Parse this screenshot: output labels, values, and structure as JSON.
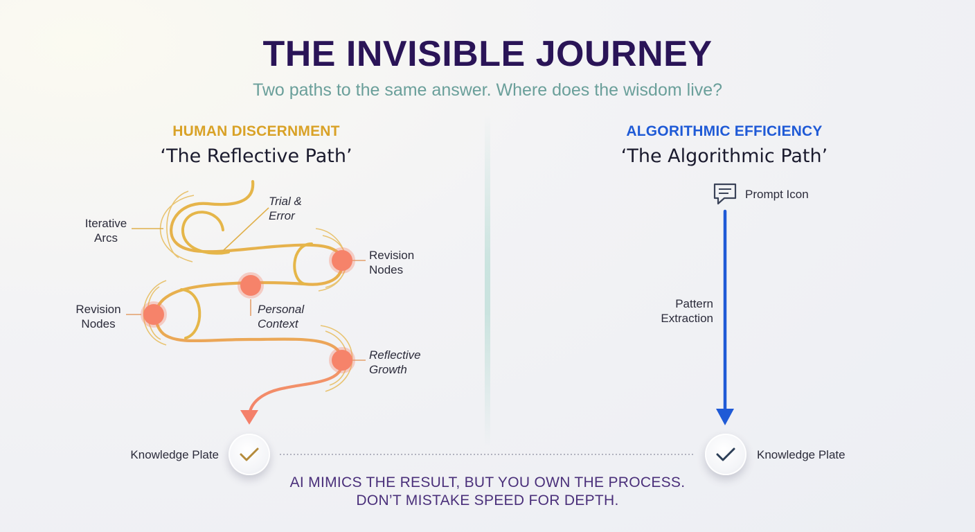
{
  "header": {
    "title": "THE INVISIBLE JOURNEY",
    "subtitle": "Two paths to the same answer. Where does the wisdom live?"
  },
  "left": {
    "heading": "HUMAN DISCERNMENT",
    "path_name": "‘The Reflective Path’",
    "heading_color": "#d9a227",
    "labels": {
      "iterative_arcs": "Iterative\nArcs",
      "trial_error": "Trial &\nError",
      "revision_nodes_right": "Revision\nNodes",
      "revision_nodes_left": "Revision\nNodes",
      "personal_context": "Personal\nContext",
      "reflective_growth": "Reflective\nGrowth"
    },
    "plate_label": "Knowledge Plate"
  },
  "right": {
    "heading": "ALGORITHMIC EFFICIENCY",
    "path_name": "‘The Algorithmic Path’",
    "heading_color": "#1f5ad6",
    "prompt_label": "Prompt Icon",
    "process_label": "Pattern\nExtraction",
    "plate_label": "Knowledge Plate"
  },
  "colors": {
    "gold": "#e2b24a",
    "coral": "#f4806a",
    "blue": "#1f5ad6",
    "title": "#2a1457"
  },
  "footer": {
    "line1": "AI MIMICS THE RESULT, BUT YOU OWN THE PROCESS.",
    "line2": "DON’T MISTAKE SPEED FOR DEPTH."
  }
}
